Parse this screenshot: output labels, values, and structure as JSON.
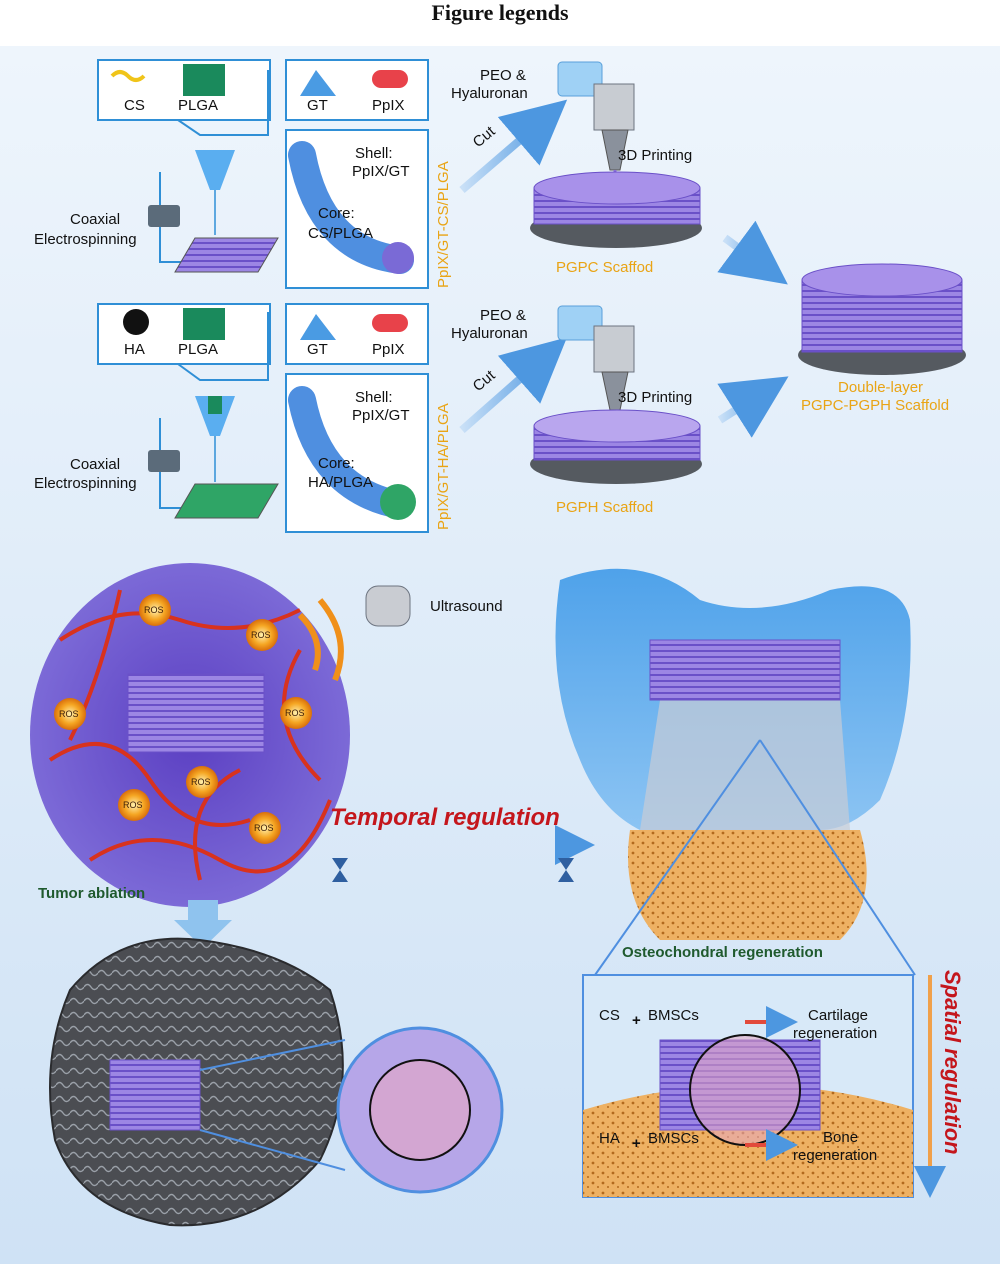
{
  "page_title": "Figure legends",
  "top_row1": {
    "materials_left": [
      "CS",
      "PLGA"
    ],
    "materials_right": [
      "GT",
      "PpIX"
    ],
    "device_label": [
      "Coaxial",
      "Electrospinning"
    ],
    "shell_label": [
      "Shell:",
      "PpIX/GT"
    ],
    "core_label": [
      "Core:",
      "CS/PLGA"
    ],
    "fiber_vertical_label": "PpIX/GT-CS/PLGA",
    "cut_label": "Cut",
    "additive_label": [
      "PEO &",
      "Hyaluronan"
    ],
    "printing_label": "3D Printing",
    "scaffold_label": "PGPC Scaffod"
  },
  "top_row2": {
    "materials_left": [
      "HA",
      "PLGA"
    ],
    "materials_right": [
      "GT",
      "PpIX"
    ],
    "device_label": [
      "Coaxial",
      "Electrospinning"
    ],
    "shell_label": [
      "Shell:",
      "PpIX/GT"
    ],
    "core_label": [
      "Core:",
      "HA/PLGA"
    ],
    "fiber_vertical_label": "PpIX/GT-HA/PLGA",
    "cut_label": "Cut",
    "additive_label": [
      "PEO &",
      "Hyaluronan"
    ],
    "printing_label": "3D Printing",
    "scaffold_label": "PGPH Scaffod"
  },
  "combined_label": [
    "Double-layer",
    "PGPC-PGPH Scaffold"
  ],
  "bottom": {
    "ultrasound_label": "Ultrasound",
    "ros_label": "ROS",
    "temporal_label": "Temporal regulation",
    "tumor_label": "Tumor ablation",
    "osteo_label": "Osteochondral regeneration",
    "spatial_label": "Spatial regulation",
    "inset_cs": "CS",
    "inset_ha": "HA",
    "inset_bmsc": "BMSCs",
    "inset_plus": "+",
    "cartilage_label": [
      "Cartilage",
      "regeneration"
    ],
    "bone_label": [
      "Bone",
      "regeneration"
    ]
  },
  "colors": {
    "accent_orange": "#e9a415",
    "accent_red": "#c4161c",
    "scaffold_purple": "#8a6fd6",
    "fiber_blue": "#4f8fe0",
    "background_blue": "#dcebfa"
  }
}
